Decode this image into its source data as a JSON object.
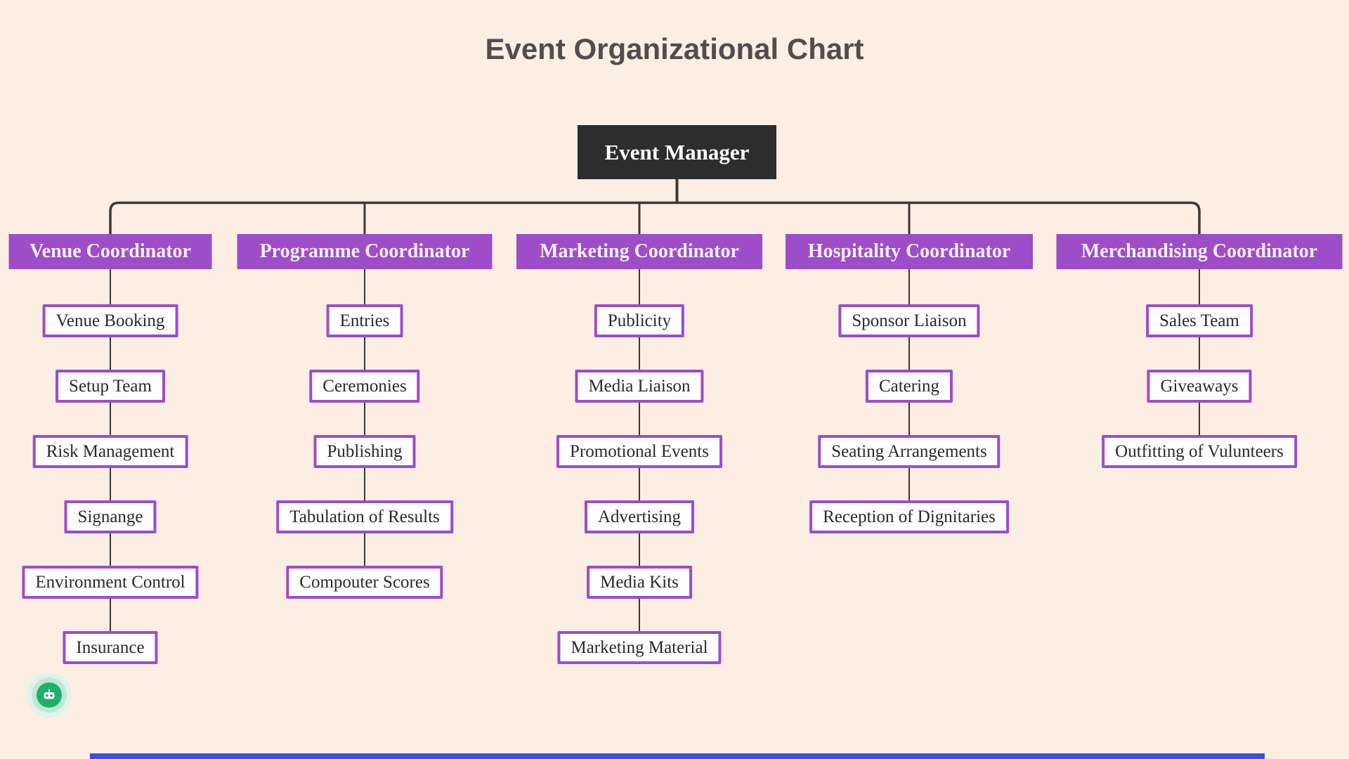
{
  "title": "Event Organizational Chart",
  "root": {
    "label": "Event Manager"
  },
  "columns": [
    {
      "label": "Venue Coordinator",
      "children": [
        "Venue Booking",
        "Setup Team",
        "Risk Management",
        "Signange",
        "Environment Control",
        "Insurance"
      ]
    },
    {
      "label": "Programme Coordinator",
      "children": [
        "Entries",
        "Ceremonies",
        "Publishing",
        "Tabulation of Results",
        "Compouter Scores"
      ]
    },
    {
      "label": "Marketing Coordinator",
      "children": [
        "Publicity",
        "Media Liaison",
        "Promotional Events",
        "Advertising",
        "Media Kits",
        "Marketing Material"
      ]
    },
    {
      "label": "Hospitality Coordinator",
      "children": [
        "Sponsor Liaison",
        "Catering",
        "Seating Arrangements",
        "Reception of Dignitaries"
      ]
    },
    {
      "label": "Merchandising Coordinator",
      "children": [
        "Sales Team",
        "Giveaways",
        "Outfitting of Vulunteers"
      ]
    }
  ],
  "assistant_button": {
    "icon": "robot-icon"
  },
  "colors": {
    "background": "#fdeee4",
    "coordinator_fill": "#9c4dc7",
    "root_fill": "#2d2d2d",
    "child_border": "#9c4dc7",
    "connector_line": "#3b3735",
    "title_text": "#524d4d",
    "assistant_green": "#1fae6e",
    "scrollbar_blue": "#3f4fd8"
  }
}
